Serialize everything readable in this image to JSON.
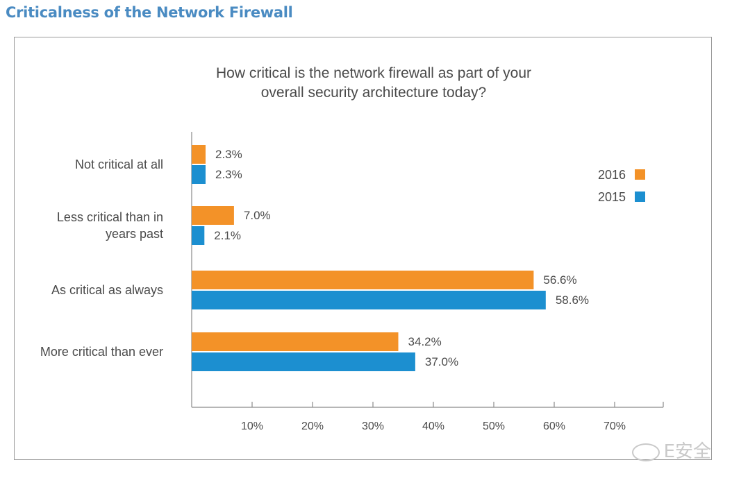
{
  "page_heading": "Criticalness of the Network Firewall",
  "watermark": "E安全",
  "colors": {
    "s2016": "#f39228",
    "s2015": "#1c8fd0"
  },
  "chart_data": {
    "type": "bar",
    "orientation": "horizontal",
    "title_lines": [
      "How critical is the network firewall as part of your",
      "overall security architecture today?"
    ],
    "categories": [
      [
        "Not critical at all"
      ],
      [
        "Less critical than in",
        "years past"
      ],
      [
        "As critical as always"
      ],
      [
        "More critical than ever"
      ]
    ],
    "series": [
      {
        "name": "2016",
        "values": [
          2.3,
          7.0,
          56.6,
          34.2
        ],
        "labels": [
          "2.3%",
          "7.0%",
          "56.6%",
          "34.2%"
        ],
        "color": "#f39228"
      },
      {
        "name": "2015",
        "values": [
          2.3,
          2.1,
          58.6,
          37.0
        ],
        "labels": [
          "2.3%",
          "2.1%",
          "58.6%",
          "37.0%"
        ],
        "color": "#1c8fd0"
      }
    ],
    "xlim": [
      0,
      78
    ],
    "xticks": [
      10,
      20,
      30,
      40,
      50,
      60,
      70
    ],
    "xtick_labels": [
      "10%",
      "20%",
      "30%",
      "40%",
      "50%",
      "60%",
      "70%"
    ],
    "legend_position": "right",
    "grid": false
  }
}
